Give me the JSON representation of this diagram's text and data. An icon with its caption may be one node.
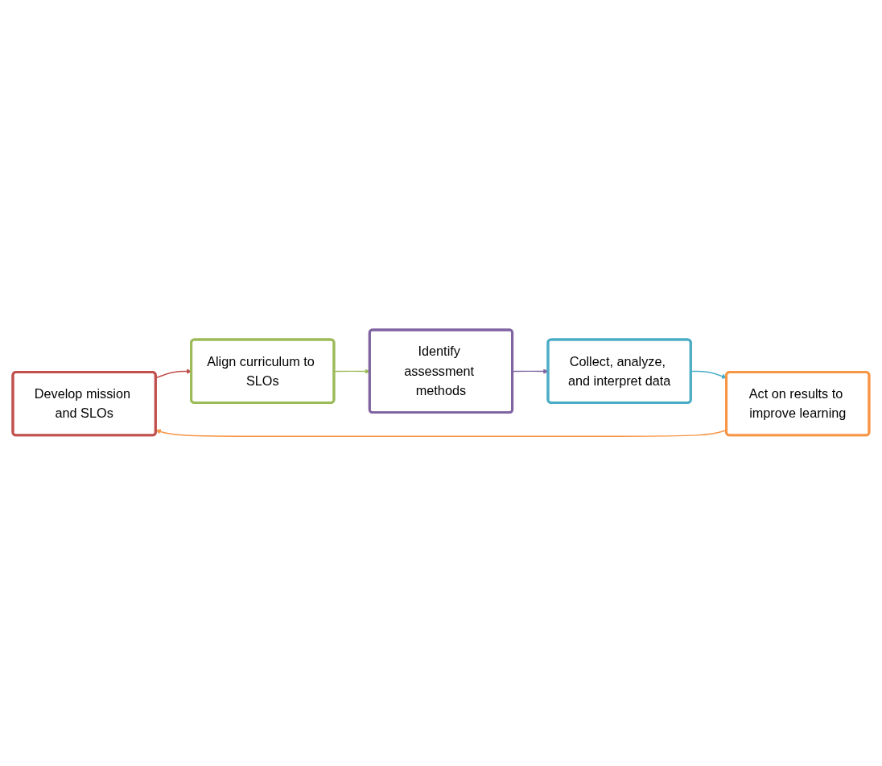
{
  "diagram": {
    "nodes": [
      {
        "text": [
          "Develop mission and SLOs"
        ]
      },
      {
        "text": [
          "Align curriculum to SLOs"
        ]
      },
      {
        "text": [
          "Identify assessment methods"
        ]
      },
      {
        "text": [
          "Collect, analyze, and interpret data"
        ]
      },
      {
        "text": [
          "Act on results to improve learning"
        ]
      }
    ],
    "edges": [
      {
        "from": 0,
        "to": 1,
        "arrow": "to",
        "color": "#c0504d"
      },
      {
        "from": 1,
        "to": 2,
        "arrow": "to",
        "color": "#9bbb59"
      },
      {
        "from": 2,
        "to": 3,
        "arrow": "to",
        "color": "#8064a2"
      },
      {
        "from": 3,
        "to": 4,
        "arrow": "to",
        "color": "#4bacc6"
      },
      {
        "from": 4,
        "to": 0,
        "arrow": "to",
        "color": "#f79646"
      }
    ]
  }
}
